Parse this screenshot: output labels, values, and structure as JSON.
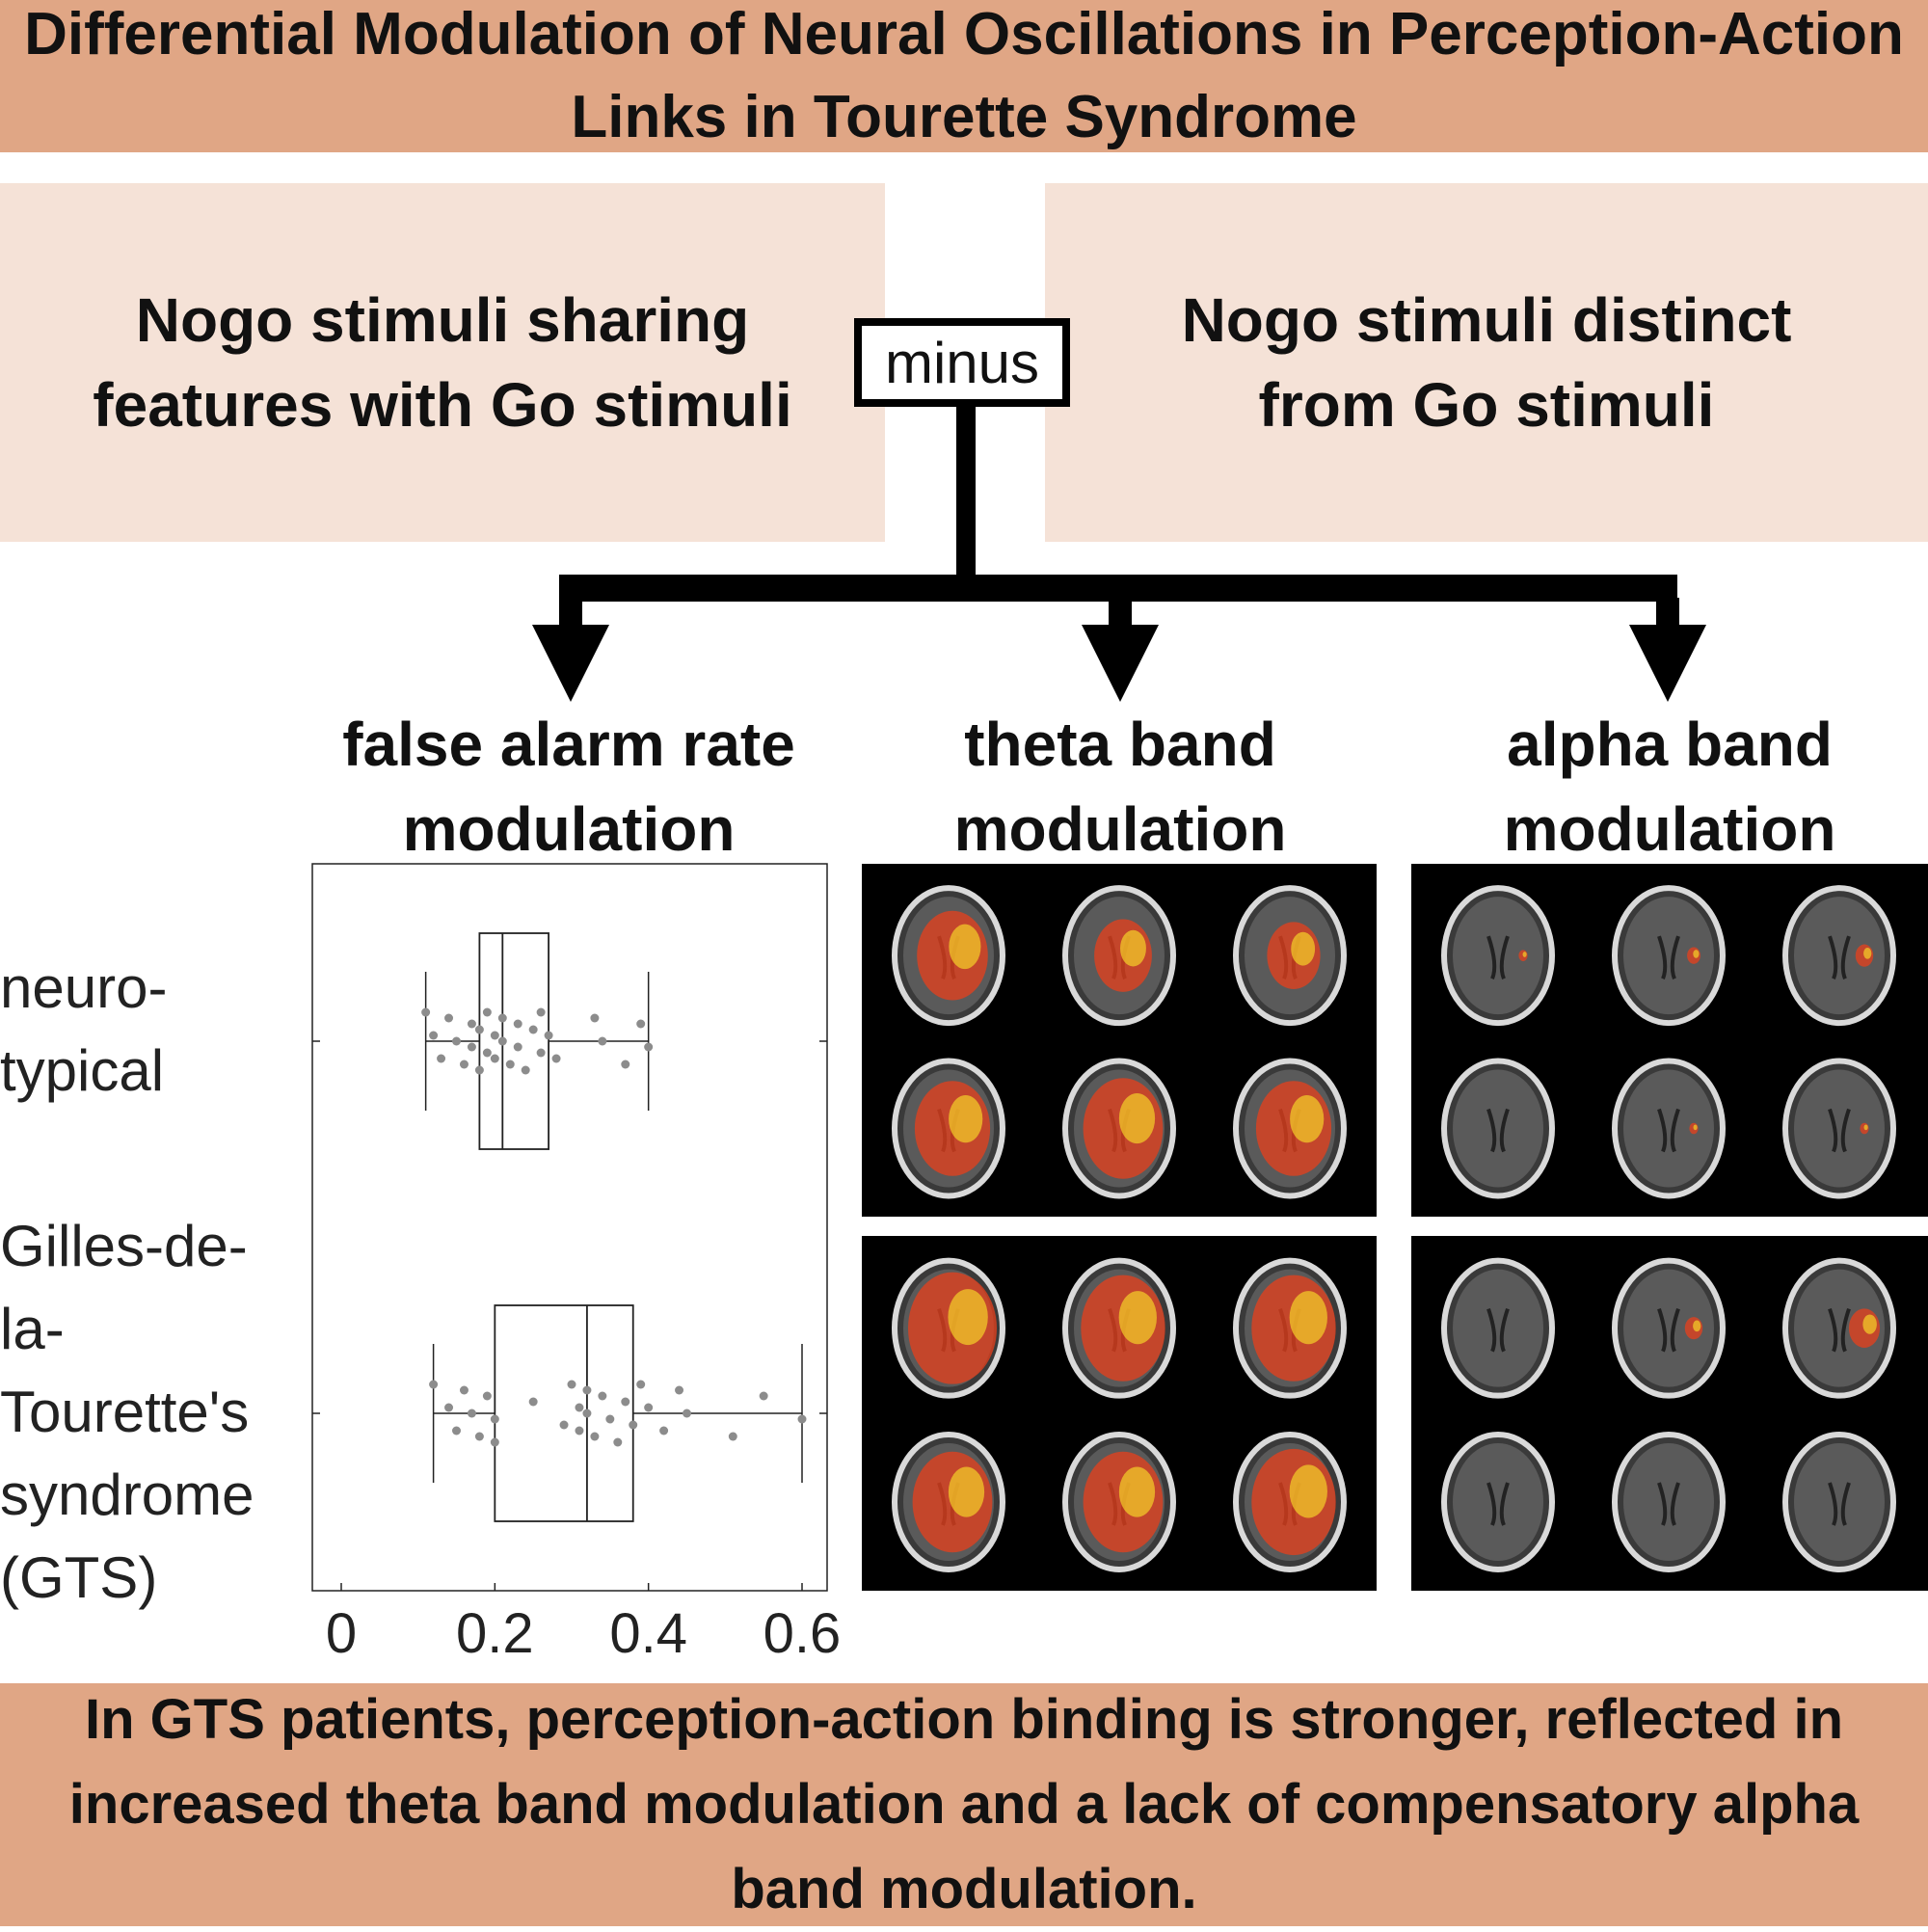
{
  "title": "Differential Modulation of Neural Oscillations in Perception-Action Links in Tourette Syndrome",
  "left_panel": "Nogo stimuli sharing features with Go stimuli",
  "operator": "minus",
  "right_panel": "Nogo stimuli distinct from Go stimuli",
  "columns": {
    "false_alarm": "false alarm rate modulation",
    "theta": "theta band modulation",
    "alpha": "alpha band modulation"
  },
  "rows": {
    "neurotypical": "neuro-typical",
    "gts": "Gilles-de-la-Tourette's syndrome (GTS)"
  },
  "chart_data": {
    "type": "box",
    "xlim": [
      -0.05,
      0.64
    ],
    "xticks": [
      "0",
      "0.2",
      "0.4",
      "0.6"
    ],
    "xtick_values": [
      0,
      0.2,
      0.4,
      0.6
    ],
    "series": [
      {
        "name": "neuro-typical",
        "whisker_low": 0.11,
        "q1": 0.18,
        "median": 0.21,
        "q3": 0.27,
        "whisker_high": 0.4,
        "points": [
          0.11,
          0.12,
          0.13,
          0.14,
          0.15,
          0.16,
          0.17,
          0.17,
          0.18,
          0.18,
          0.19,
          0.19,
          0.2,
          0.2,
          0.21,
          0.21,
          0.22,
          0.23,
          0.23,
          0.24,
          0.25,
          0.26,
          0.26,
          0.27,
          0.28,
          0.33,
          0.34,
          0.37,
          0.39,
          0.4
        ]
      },
      {
        "name": "Gilles-de-la-Tourette's syndrome (GTS)",
        "whisker_low": 0.12,
        "q1": 0.2,
        "median": 0.32,
        "q3": 0.38,
        "whisker_high": 0.6,
        "points": [
          0.12,
          0.14,
          0.15,
          0.16,
          0.17,
          0.18,
          0.19,
          0.2,
          0.2,
          0.25,
          0.29,
          0.3,
          0.31,
          0.31,
          0.32,
          0.32,
          0.33,
          0.34,
          0.35,
          0.36,
          0.37,
          0.38,
          0.39,
          0.4,
          0.42,
          0.44,
          0.45,
          0.51,
          0.55,
          0.6
        ]
      }
    ]
  },
  "brain_maps": {
    "theta_neurotypical": [
      0.75,
      0.6,
      0.55,
      0.8,
      0.85,
      0.8
    ],
    "theta_gts": [
      0.95,
      0.9,
      0.9,
      0.85,
      0.85,
      0.9
    ],
    "alpha_neurotypical": [
      0.05,
      0.1,
      0.15,
      0.0,
      0.05,
      0.05
    ],
    "alpha_gts": [
      0.0,
      0.15,
      0.3,
      0.0,
      0.0,
      0.0
    ]
  },
  "colors": {
    "band": "#e0a685",
    "panel": "#f5e2d7",
    "point": "#8c8c8c",
    "overlay": "#e8401c",
    "overlay_hot": "#f5d22a"
  }
}
